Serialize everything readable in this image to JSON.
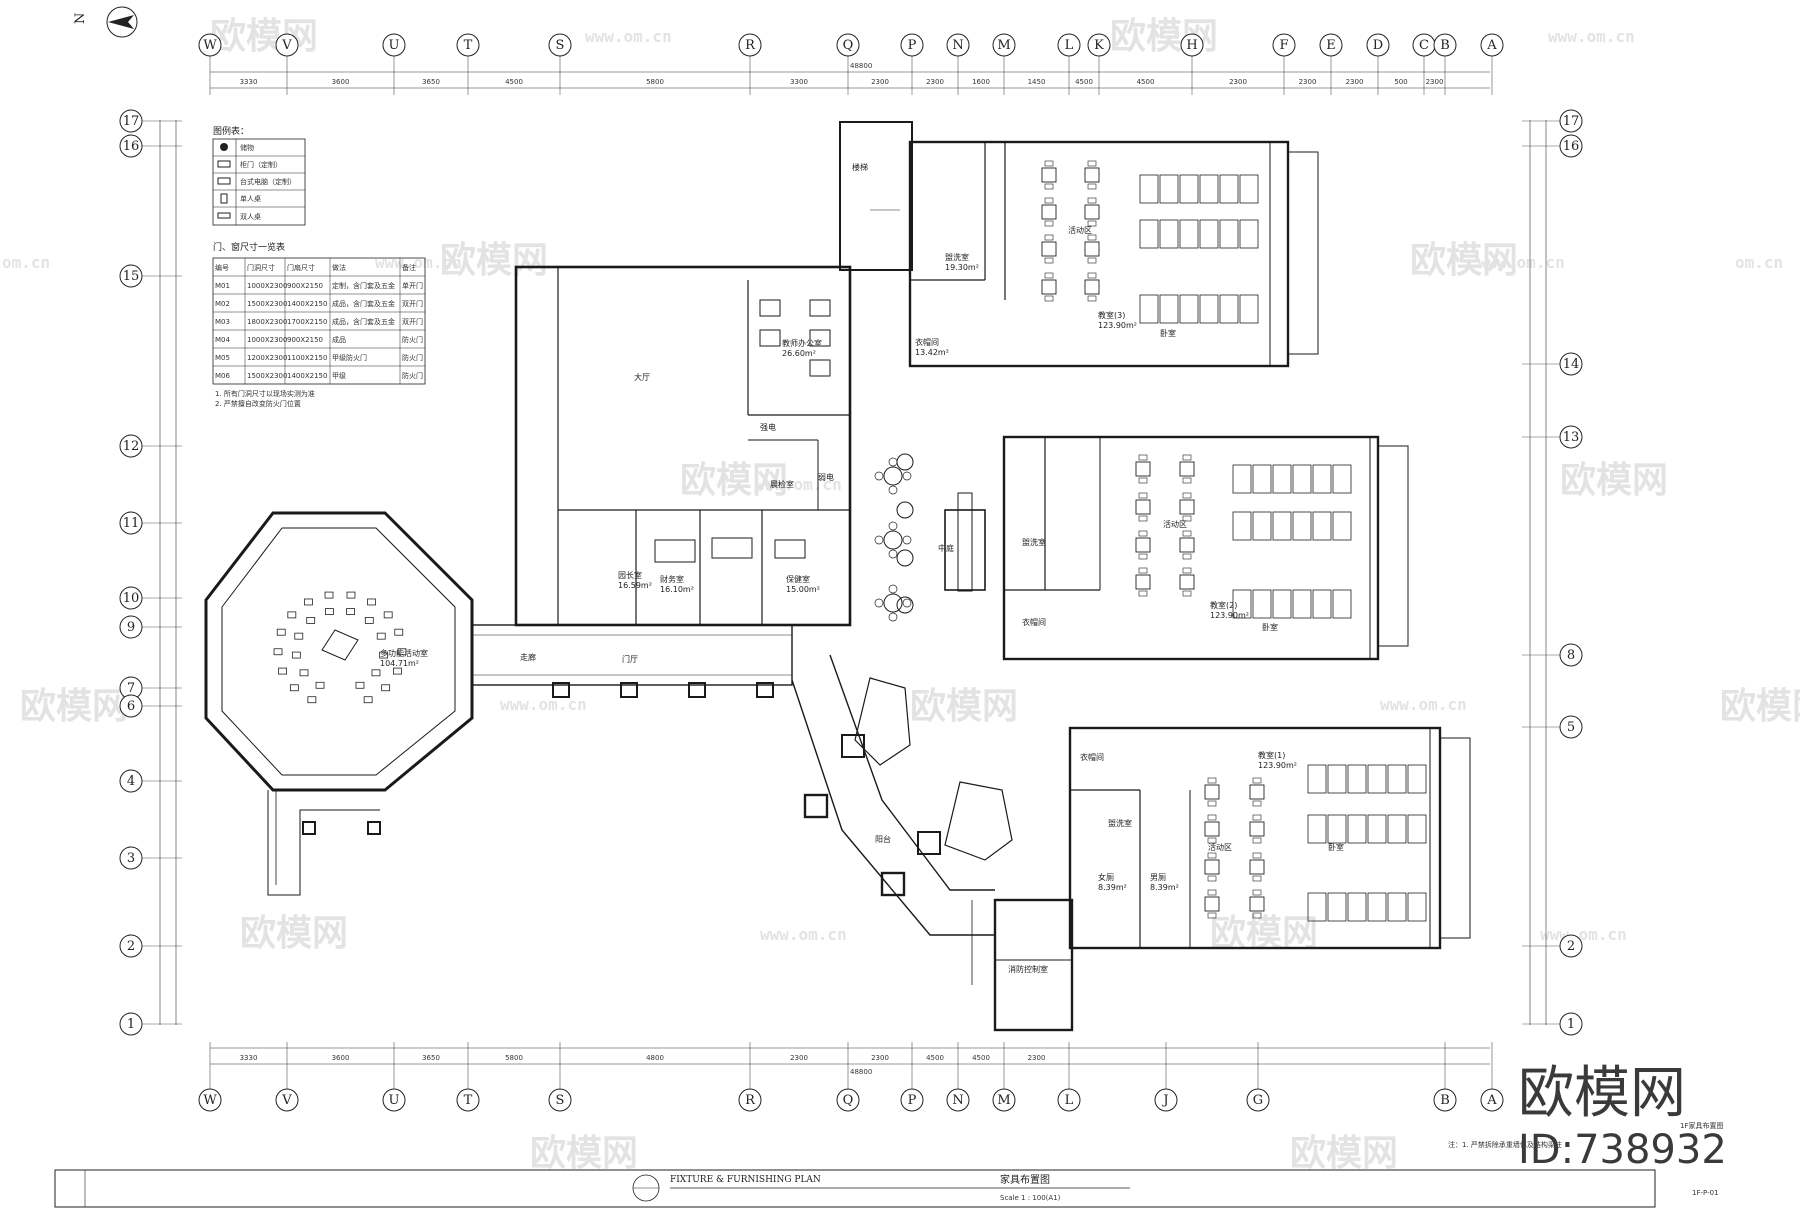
{
  "drawing": {
    "north_label": "N",
    "title_en": "FIXTURE & FURNISHING PLAN",
    "title_cn": "家具布置图",
    "scale": "Scale 1 : 100(A1)",
    "sheet_no": "1F-P-01",
    "floor_label": "1F家具布置图",
    "note": "注：1. 严禁拆除承重墙体及结构梁柱"
  },
  "brand": {
    "name": "欧模网",
    "id": "ID:738932",
    "watermark": "欧模网",
    "url": "www.om.cn",
    "url_short": "om.cn"
  },
  "axes": {
    "top": [
      "W",
      "V",
      "U",
      "T",
      "S",
      "R",
      "Q",
      "P",
      "N",
      "M",
      "L",
      "K",
      "H",
      "F",
      "E",
      "D",
      "C",
      "B",
      "A"
    ],
    "bottom": [
      "W",
      "V",
      "U",
      "T",
      "S",
      "R",
      "Q",
      "P",
      "N",
      "M",
      "L",
      "J",
      "G",
      "B",
      "A"
    ],
    "left": [
      "17",
      "16",
      "15",
      "12",
      "11",
      "10",
      "9",
      "7",
      "6",
      "4",
      "3",
      "2",
      "1"
    ],
    "right": [
      "17",
      "16",
      "14",
      "13",
      "8",
      "5",
      "2",
      "1"
    ],
    "dims_top": [
      "3330",
      "3600",
      "3650",
      "4500",
      "5800",
      "3300",
      "2300",
      "2300",
      "1600",
      "1450",
      "4500",
      "4500",
      "2300",
      "2300",
      "2300",
      "500",
      "2300"
    ],
    "dims_bottom": [
      "3330",
      "3600",
      "3650",
      "5800",
      "4800",
      "2300",
      "2300",
      "4500",
      "4500",
      "2300"
    ],
    "total_top": "48800",
    "total_bottom": "48800"
  },
  "legend": {
    "title": "图例表：",
    "items": [
      "储物",
      "柜门（定制）",
      "台式电脑（定制）",
      "单人桌",
      "双人桌"
    ]
  },
  "door_table": {
    "title": "门、窗尺寸一览表",
    "headers": [
      "编号",
      "门洞尺寸",
      "门扇尺寸",
      "做法",
      "备注"
    ],
    "rows": [
      [
        "M01",
        "1000X2300",
        "900X2150",
        "定制，含门套及五金",
        "单开门"
      ],
      [
        "M02",
        "1500X2300",
        "1400X2150",
        "成品，含门套及五金",
        "双开门"
      ],
      [
        "M03",
        "1800X2300",
        "1700X2150",
        "成品，含门套及五金",
        "双开门"
      ],
      [
        "M04",
        "1000X2300",
        "900X2150",
        "成品",
        "防火门"
      ],
      [
        "M05",
        "1200X2300",
        "1100X2150",
        "甲级防火门",
        "防火门"
      ],
      [
        "M06",
        "1500X2300",
        "1400X2150",
        "甲级",
        "防火门"
      ]
    ],
    "notes": [
      "1. 所有门洞尺寸以现场实测为准",
      "2. 严禁擅自改变防火门位置"
    ]
  },
  "rooms": [
    {
      "name": "多功能活动室",
      "area": "104.71m²"
    },
    {
      "name": "园长室",
      "area": "16.59m²"
    },
    {
      "name": "财务室",
      "area": "16.10m²"
    },
    {
      "name": "保健室",
      "area": "15.00m²"
    },
    {
      "name": "教师办公室",
      "area": "26.60m²"
    },
    {
      "name": "大厅",
      "area": ""
    },
    {
      "name": "门厅",
      "area": ""
    },
    {
      "name": "中庭",
      "area": ""
    },
    {
      "name": "晨检室",
      "area": ""
    },
    {
      "name": "教室(3)",
      "area": "123.90m²"
    },
    {
      "name": "教室(2)",
      "area": "123.90m²"
    },
    {
      "name": "教室(1)",
      "area": "123.90m²"
    },
    {
      "name": "卧室",
      "area": ""
    },
    {
      "name": "盥洗室",
      "area": "19.30m²"
    },
    {
      "name": "衣帽间",
      "area": "13.42m²"
    },
    {
      "name": "活动区",
      "area": ""
    },
    {
      "name": "男厕",
      "area": "8.39m²"
    },
    {
      "name": "女厕",
      "area": "8.39m²"
    },
    {
      "name": "消防控制室",
      "area": ""
    },
    {
      "name": "强电",
      "area": ""
    },
    {
      "name": "弱电",
      "area": ""
    },
    {
      "name": "走廊",
      "area": ""
    },
    {
      "name": "阳台",
      "area": ""
    },
    {
      "name": "楼梯",
      "area": ""
    }
  ],
  "colors": {
    "line": "#1a1a1a",
    "thin": "#555555",
    "watermark": "#e3e3e3",
    "brand": "#3a3a3a"
  }
}
